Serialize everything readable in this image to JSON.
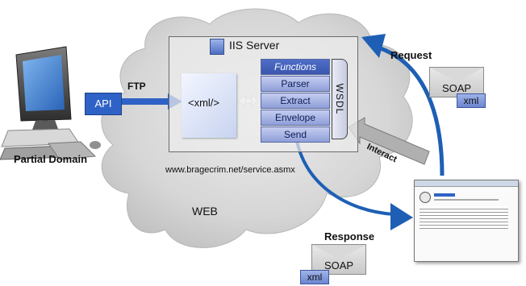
{
  "client": {
    "label": "Partial Domain"
  },
  "api": {
    "label": "API"
  },
  "ftp": {
    "label": "FTP"
  },
  "server": {
    "title": "IIS Server",
    "url": "www.bragecrim.net/service.asmx"
  },
  "xml_doc": {
    "label": "<xml/>"
  },
  "functions": {
    "items": [
      "Functions",
      "Parser",
      "Extract",
      "Envelope",
      "Send"
    ]
  },
  "wsdl": {
    "label": "WSDL"
  },
  "cloud": {
    "label": "WEB"
  },
  "request": {
    "label": "Request",
    "envelope": "SOAP",
    "xml": "xml"
  },
  "response": {
    "label": "Response",
    "envelope": "SOAP",
    "xml": "xml"
  },
  "interact": {
    "label": "Interact"
  },
  "colors": {
    "accent": "#1e5fb5",
    "cloud": "#cfcfcf",
    "arrow_gray": "#b0b0b0"
  }
}
